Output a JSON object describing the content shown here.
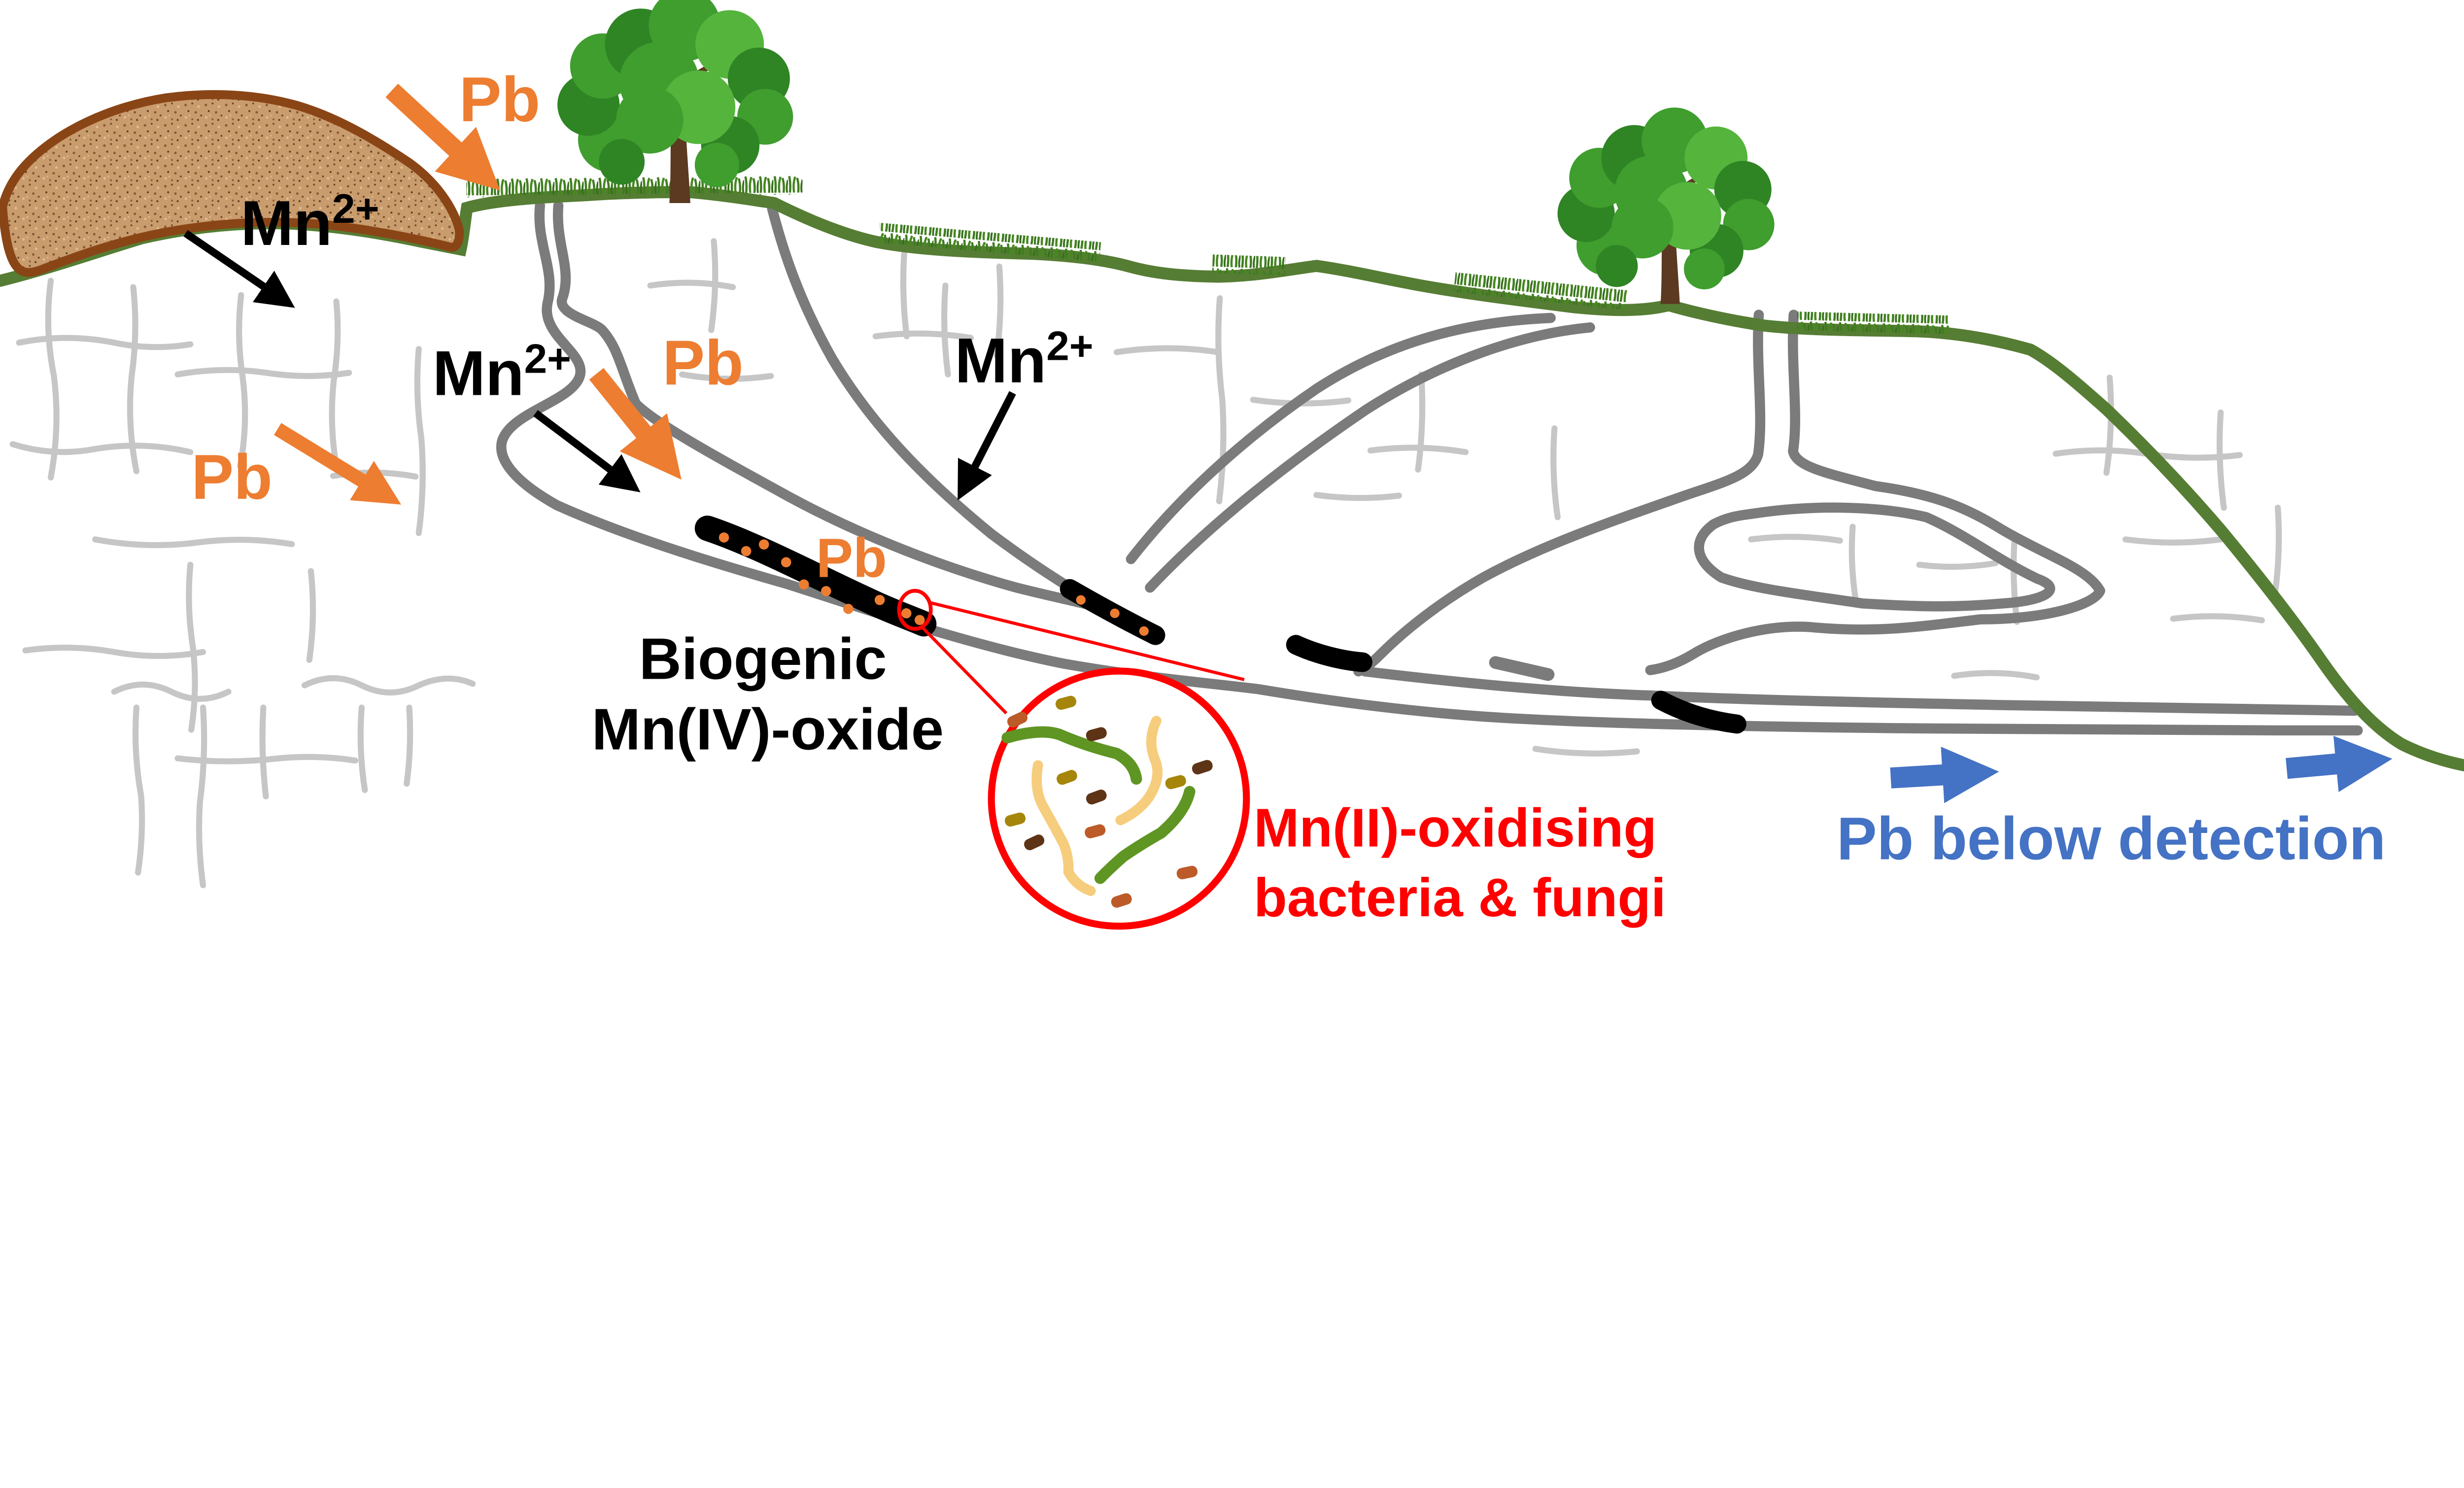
{
  "diagram": {
    "labels": {
      "mn_ion_base": "Mn",
      "mn_ion_sup": "2+",
      "pb": "Pb",
      "biogenic_oxide_line1": "Biogenic",
      "biogenic_oxide_line2": "Mn(IV)-oxide",
      "microbes_line1": "Mn(II)-oxidising",
      "microbes_line2": "bacteria & fungi",
      "pb_outflow": "Pb below detection"
    },
    "colors": {
      "pb_orange": "#ED7D31",
      "mn_black": "#000000",
      "flow_blue": "#4472C4",
      "annotation_red": "#FF0000",
      "surface_green": "#567d34",
      "grass_green": "#3e7d1f",
      "cave_gray": "#7b7b7b",
      "fracture_gray": "#c6c6c6",
      "deposit_black": "#000000",
      "soil_fill": "#c99c6e",
      "soil_border": "#8a4516",
      "hypha_green": "#5f9523",
      "hypha_cream": "#f6cd7d",
      "rod_sienna": "#bc5b27",
      "rod_darkbrown": "#5e3417",
      "rod_olive": "#a5860a"
    },
    "icons": {
      "tree_icon_count": 2,
      "bacteria_rod_count": 12,
      "orange_pb_dot_count": 13
    }
  }
}
